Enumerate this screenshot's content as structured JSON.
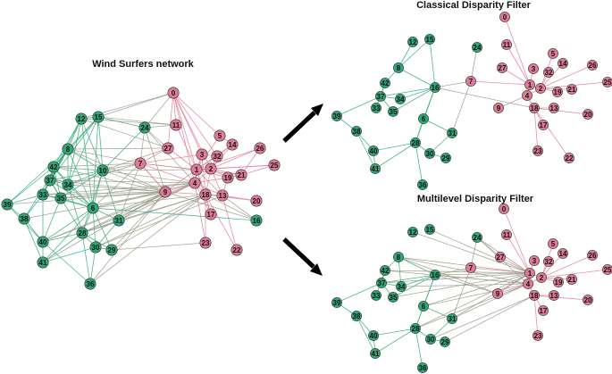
{
  "titles": {
    "main": "Wind Surfers network",
    "classical": "Classical Disparity Filter",
    "multilevel": "Multilevel Disparity Filter"
  },
  "colors": {
    "community_a": "#2fa878",
    "community_b": "#e07b95",
    "edge_a": "#2fa878",
    "edge_b": "#e07b95",
    "edge_between": "#9a9a88",
    "arrow": "#000000"
  },
  "communities": {
    "a": [
      "6",
      "8",
      "10",
      "12",
      "15",
      "16",
      "24",
      "28",
      "29",
      "30",
      "31",
      "33",
      "34",
      "35",
      "36",
      "37",
      "38",
      "39",
      "40",
      "41",
      "42"
    ],
    "b": [
      "0",
      "1",
      "2",
      "3",
      "4",
      "5",
      "7",
      "9",
      "11",
      "13",
      "14",
      "17",
      "18",
      "19",
      "20",
      "21",
      "22",
      "23",
      "25",
      "26",
      "27",
      "32"
    ]
  },
  "networks": {
    "original": {
      "name": "Wind Surfers network",
      "edges": [
        [
          "8",
          "12"
        ],
        [
          "8",
          "15"
        ],
        [
          "8",
          "42"
        ],
        [
          "8",
          "37"
        ],
        [
          "8",
          "34"
        ],
        [
          "8",
          "10"
        ],
        [
          "8",
          "6"
        ],
        [
          "8",
          "33"
        ],
        [
          "8",
          "39"
        ],
        [
          "8",
          "38"
        ],
        [
          "12",
          "15"
        ],
        [
          "12",
          "42"
        ],
        [
          "12",
          "37"
        ],
        [
          "12",
          "10"
        ],
        [
          "12",
          "6"
        ],
        [
          "12",
          "34"
        ],
        [
          "15",
          "42"
        ],
        [
          "15",
          "37"
        ],
        [
          "15",
          "10"
        ],
        [
          "15",
          "6"
        ],
        [
          "15",
          "34"
        ],
        [
          "15",
          "24"
        ],
        [
          "42",
          "37"
        ],
        [
          "42",
          "33"
        ],
        [
          "42",
          "35"
        ],
        [
          "42",
          "6"
        ],
        [
          "42",
          "10"
        ],
        [
          "42",
          "34"
        ],
        [
          "42",
          "39"
        ],
        [
          "37",
          "33"
        ],
        [
          "37",
          "35"
        ],
        [
          "37",
          "34"
        ],
        [
          "37",
          "6"
        ],
        [
          "37",
          "10"
        ],
        [
          "37",
          "28"
        ],
        [
          "33",
          "35"
        ],
        [
          "33",
          "39"
        ],
        [
          "33",
          "38"
        ],
        [
          "33",
          "6"
        ],
        [
          "33",
          "40"
        ],
        [
          "35",
          "6"
        ],
        [
          "35",
          "10"
        ],
        [
          "35",
          "40"
        ],
        [
          "34",
          "6"
        ],
        [
          "34",
          "10"
        ],
        [
          "34",
          "28"
        ],
        [
          "10",
          "6"
        ],
        [
          "10",
          "28"
        ],
        [
          "10",
          "31"
        ],
        [
          "10",
          "7"
        ],
        [
          "10",
          "24"
        ],
        [
          "6",
          "28"
        ],
        [
          "6",
          "30"
        ],
        [
          "6",
          "40"
        ],
        [
          "6",
          "41"
        ],
        [
          "6",
          "31"
        ],
        [
          "6",
          "29"
        ],
        [
          "28",
          "30"
        ],
        [
          "28",
          "29"
        ],
        [
          "28",
          "31"
        ],
        [
          "28",
          "40"
        ],
        [
          "28",
          "41"
        ],
        [
          "28",
          "36"
        ],
        [
          "30",
          "29"
        ],
        [
          "30",
          "31"
        ],
        [
          "30",
          "36"
        ],
        [
          "39",
          "38"
        ],
        [
          "39",
          "40"
        ],
        [
          "38",
          "40"
        ],
        [
          "38",
          "41"
        ],
        [
          "40",
          "41"
        ],
        [
          "41",
          "30"
        ],
        [
          "36",
          "40"
        ],
        [
          "24",
          "7"
        ],
        [
          "31",
          "7"
        ],
        [
          "0",
          "1"
        ],
        [
          "0",
          "3"
        ],
        [
          "0",
          "27"
        ],
        [
          "0",
          "11"
        ],
        [
          "0",
          "2"
        ],
        [
          "0",
          "4"
        ],
        [
          "0",
          "32"
        ],
        [
          "0",
          "5"
        ],
        [
          "1",
          "2"
        ],
        [
          "1",
          "3"
        ],
        [
          "1",
          "4"
        ],
        [
          "1",
          "32"
        ],
        [
          "1",
          "19"
        ],
        [
          "1",
          "21"
        ],
        [
          "1",
          "9"
        ],
        [
          "1",
          "18"
        ],
        [
          "1",
          "13"
        ],
        [
          "1",
          "17"
        ],
        [
          "1",
          "14"
        ],
        [
          "1",
          "5"
        ],
        [
          "1",
          "26"
        ],
        [
          "1",
          "25"
        ],
        [
          "1",
          "11"
        ],
        [
          "1",
          "27"
        ],
        [
          "1",
          "7"
        ],
        [
          "2",
          "4"
        ],
        [
          "2",
          "19"
        ],
        [
          "2",
          "21"
        ],
        [
          "2",
          "18"
        ],
        [
          "2",
          "13"
        ],
        [
          "2",
          "14"
        ],
        [
          "2",
          "26"
        ],
        [
          "2",
          "25"
        ],
        [
          "2",
          "32"
        ],
        [
          "3",
          "4"
        ],
        [
          "3",
          "32"
        ],
        [
          "3",
          "18"
        ],
        [
          "4",
          "18"
        ],
        [
          "4",
          "9"
        ],
        [
          "4",
          "13"
        ],
        [
          "4",
          "17"
        ],
        [
          "4",
          "23"
        ],
        [
          "4",
          "19"
        ],
        [
          "18",
          "13"
        ],
        [
          "18",
          "17"
        ],
        [
          "18",
          "20"
        ],
        [
          "18",
          "16"
        ],
        [
          "18",
          "23"
        ],
        [
          "18",
          "22"
        ],
        [
          "18",
          "9"
        ],
        [
          "19",
          "21"
        ],
        [
          "19",
          "13"
        ],
        [
          "13",
          "20"
        ],
        [
          "13",
          "16"
        ],
        [
          "13",
          "22"
        ],
        [
          "21",
          "25"
        ],
        [
          "21",
          "26"
        ],
        [
          "14",
          "32"
        ],
        [
          "5",
          "14"
        ],
        [
          "9",
          "7"
        ],
        [
          "7",
          "1"
        ],
        [
          "7",
          "4"
        ],
        [
          "7",
          "9"
        ],
        [
          "7",
          "27"
        ],
        [
          "7",
          "3"
        ],
        [
          "10",
          "9"
        ],
        [
          "10",
          "4"
        ],
        [
          "10",
          "1"
        ],
        [
          "10",
          "27"
        ],
        [
          "24",
          "0"
        ],
        [
          "24",
          "27"
        ],
        [
          "24",
          "11"
        ],
        [
          "24",
          "9"
        ],
        [
          "24",
          "4"
        ],
        [
          "15",
          "11"
        ],
        [
          "15",
          "0"
        ],
        [
          "12",
          "27"
        ],
        [
          "12",
          "0"
        ],
        [
          "8",
          "7"
        ],
        [
          "8",
          "9"
        ],
        [
          "42",
          "9"
        ],
        [
          "42",
          "7"
        ],
        [
          "37",
          "9"
        ],
        [
          "37",
          "4"
        ],
        [
          "34",
          "9"
        ],
        [
          "34",
          "7"
        ],
        [
          "33",
          "9"
        ],
        [
          "33",
          "4"
        ],
        [
          "6",
          "9"
        ],
        [
          "6",
          "4"
        ],
        [
          "6",
          "18"
        ],
        [
          "6",
          "7"
        ],
        [
          "31",
          "9"
        ],
        [
          "31",
          "4"
        ],
        [
          "31",
          "18"
        ],
        [
          "28",
          "9"
        ],
        [
          "28",
          "4"
        ],
        [
          "28",
          "18"
        ],
        [
          "30",
          "18"
        ],
        [
          "30",
          "13"
        ],
        [
          "29",
          "9"
        ],
        [
          "29",
          "18"
        ],
        [
          "40",
          "9"
        ],
        [
          "40",
          "4"
        ],
        [
          "41",
          "9"
        ],
        [
          "36",
          "9"
        ],
        [
          "38",
          "9"
        ],
        [
          "39",
          "9"
        ],
        [
          "16",
          "6"
        ],
        [
          "16",
          "9"
        ],
        [
          "29",
          "23"
        ],
        [
          "36",
          "18"
        ],
        [
          "12",
          "11"
        ],
        [
          "8",
          "27"
        ],
        [
          "35",
          "9"
        ],
        [
          "35",
          "4"
        ]
      ]
    },
    "classical": {
      "name": "Classical Disparity Filter",
      "edges": [
        [
          "12",
          "8"
        ],
        [
          "15",
          "8"
        ],
        [
          "8",
          "42"
        ],
        [
          "8",
          "16"
        ],
        [
          "42",
          "37"
        ],
        [
          "42",
          "33"
        ],
        [
          "37",
          "34"
        ],
        [
          "37",
          "35"
        ],
        [
          "37",
          "16"
        ],
        [
          "37",
          "39"
        ],
        [
          "34",
          "16"
        ],
        [
          "35",
          "16"
        ],
        [
          "16",
          "7"
        ],
        [
          "16",
          "6"
        ],
        [
          "16",
          "28"
        ],
        [
          "16",
          "15"
        ],
        [
          "6",
          "28"
        ],
        [
          "6",
          "31"
        ],
        [
          "28",
          "30"
        ],
        [
          "28",
          "40"
        ],
        [
          "28",
          "41"
        ],
        [
          "28",
          "36"
        ],
        [
          "30",
          "29"
        ],
        [
          "30",
          "31"
        ],
        [
          "31",
          "7"
        ],
        [
          "39",
          "38"
        ],
        [
          "38",
          "40"
        ],
        [
          "38",
          "41"
        ],
        [
          "40",
          "41"
        ],
        [
          "24",
          "7"
        ],
        [
          "7",
          "1"
        ],
        [
          "0",
          "1"
        ],
        [
          "11",
          "1"
        ],
        [
          "27",
          "1"
        ],
        [
          "3",
          "1"
        ],
        [
          "5",
          "2"
        ],
        [
          "32",
          "2"
        ],
        [
          "14",
          "2"
        ],
        [
          "26",
          "2"
        ],
        [
          "25",
          "2"
        ],
        [
          "19",
          "2"
        ],
        [
          "21",
          "2"
        ],
        [
          "4",
          "1"
        ],
        [
          "9",
          "4"
        ],
        [
          "18",
          "4"
        ],
        [
          "13",
          "18"
        ],
        [
          "17",
          "18"
        ],
        [
          "20",
          "18"
        ],
        [
          "16",
          "18"
        ],
        [
          "23",
          "18"
        ],
        [
          "22",
          "18"
        ],
        [
          "1",
          "2"
        ],
        [
          "4",
          "2"
        ]
      ]
    },
    "multilevel": {
      "name": "Multilevel Disparity Filter",
      "edges": [
        [
          "8",
          "42"
        ],
        [
          "8",
          "16"
        ],
        [
          "8",
          "34"
        ],
        [
          "42",
          "37"
        ],
        [
          "42",
          "33"
        ],
        [
          "37",
          "34"
        ],
        [
          "37",
          "35"
        ],
        [
          "37",
          "16"
        ],
        [
          "37",
          "39"
        ],
        [
          "34",
          "16"
        ],
        [
          "35",
          "16"
        ],
        [
          "16",
          "7"
        ],
        [
          "16",
          "6"
        ],
        [
          "16",
          "28"
        ],
        [
          "6",
          "28"
        ],
        [
          "6",
          "31"
        ],
        [
          "28",
          "30"
        ],
        [
          "28",
          "40"
        ],
        [
          "28",
          "41"
        ],
        [
          "28",
          "36"
        ],
        [
          "30",
          "29"
        ],
        [
          "30",
          "31"
        ],
        [
          "31",
          "7"
        ],
        [
          "39",
          "38"
        ],
        [
          "38",
          "40"
        ],
        [
          "38",
          "41"
        ],
        [
          "40",
          "41"
        ],
        [
          "24",
          "7"
        ],
        [
          "7",
          "1"
        ],
        [
          "0",
          "1"
        ],
        [
          "11",
          "1"
        ],
        [
          "27",
          "1"
        ],
        [
          "3",
          "1"
        ],
        [
          "5",
          "2"
        ],
        [
          "32",
          "2"
        ],
        [
          "14",
          "2"
        ],
        [
          "26",
          "2"
        ],
        [
          "25",
          "2"
        ],
        [
          "19",
          "2"
        ],
        [
          "21",
          "2"
        ],
        [
          "4",
          "1"
        ],
        [
          "9",
          "4"
        ],
        [
          "18",
          "4"
        ],
        [
          "13",
          "18"
        ],
        [
          "17",
          "18"
        ],
        [
          "20",
          "18"
        ],
        [
          "23",
          "18"
        ],
        [
          "1",
          "2"
        ],
        [
          "4",
          "2"
        ],
        [
          "8",
          "1"
        ],
        [
          "42",
          "1"
        ],
        [
          "16",
          "1"
        ],
        [
          "16",
          "4"
        ],
        [
          "34",
          "4"
        ],
        [
          "37",
          "1"
        ],
        [
          "24",
          "1"
        ],
        [
          "24",
          "4"
        ],
        [
          "15",
          "1"
        ],
        [
          "12",
          "1"
        ],
        [
          "6",
          "4"
        ],
        [
          "31",
          "4"
        ],
        [
          "28",
          "4"
        ],
        [
          "30",
          "18"
        ],
        [
          "29",
          "18"
        ],
        [
          "9",
          "1"
        ],
        [
          "8",
          "4"
        ],
        [
          "42",
          "4"
        ],
        [
          "35",
          "1"
        ],
        [
          "6",
          "1"
        ],
        [
          "31",
          "1"
        ],
        [
          "28",
          "1"
        ],
        [
          "16",
          "9"
        ],
        [
          "24",
          "27"
        ],
        [
          "8",
          "9"
        ]
      ]
    }
  }
}
